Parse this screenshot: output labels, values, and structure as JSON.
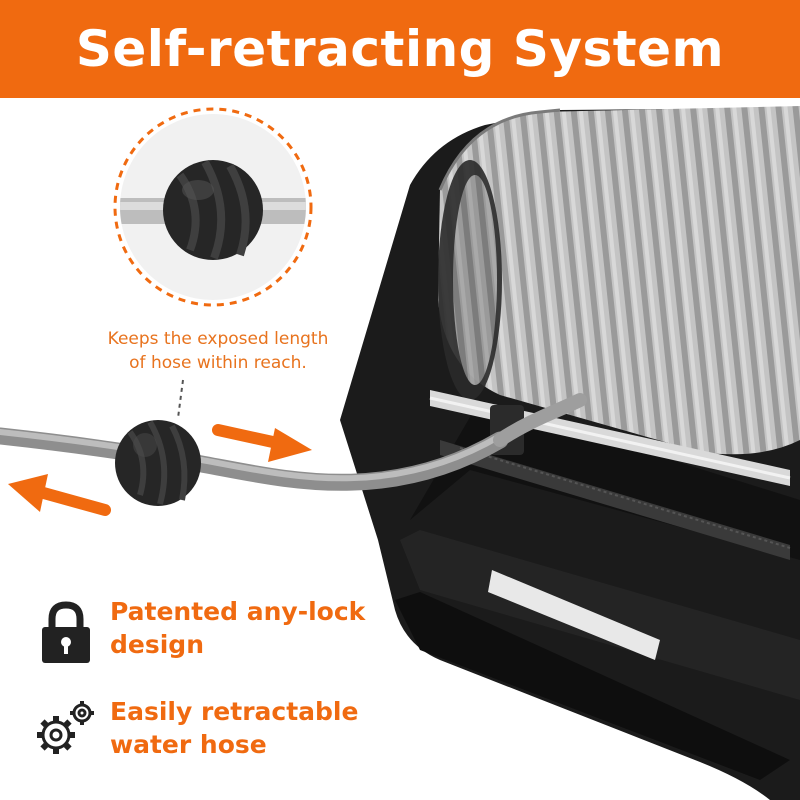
{
  "banner": {
    "title": "Self-retracting System"
  },
  "callout": {
    "line1": "Keeps the exposed length",
    "line2": "of hose within reach."
  },
  "features": [
    {
      "icon": "padlock-icon",
      "line1": "Patented any-lock",
      "line2": "design"
    },
    {
      "icon": "gears-icon",
      "line1": "Easily retractable",
      "line2": "water hose"
    }
  ],
  "colors": {
    "accent": "#f06a10",
    "caption": "#e8731e",
    "reel_body": "#1a1a1a",
    "hose": "#a9a9a9"
  }
}
